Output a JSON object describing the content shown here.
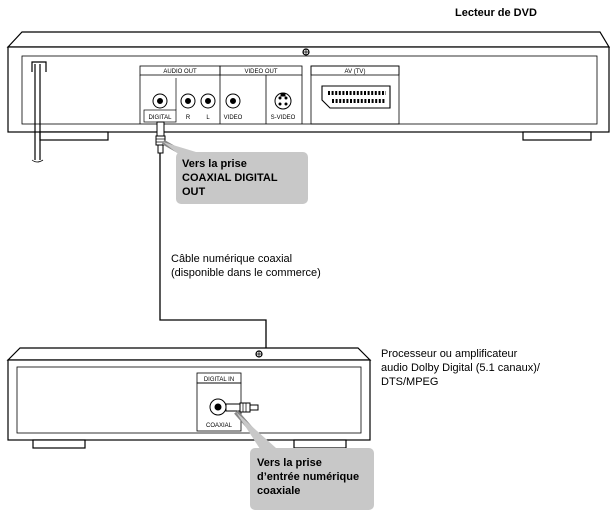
{
  "dvd_player": {
    "title": "Lecteur de DVD",
    "audio_out_label": "AUDIO OUT",
    "video_out_label": "VIDEO OUT",
    "av_tv_label": "AV (TV)",
    "digital_label": "DIGITAL",
    "r_label": "R",
    "l_label": "L",
    "video_label": "VIDEO",
    "svideo_label": "S-VIDEO"
  },
  "callout_top": {
    "line1": "Vers la prise",
    "line2": "COAXIAL DIGITAL",
    "line3": "OUT"
  },
  "cable": {
    "line1": "Câble numérique coaxial",
    "line2": "(disponible dans le commerce)"
  },
  "processor": {
    "line1": "Processeur ou amplificateur",
    "line2": "audio Dolby Digital (5.1 canaux)/",
    "line3": "DTS/MPEG",
    "digital_in_label": "DIGITAL IN",
    "coaxial_label": "COAXIAL"
  },
  "callout_bottom": {
    "line1": "Vers la prise",
    "line2": "d’entrée numérique",
    "line3": "coaxiale"
  },
  "colors": {
    "callout_fill": "#c8c8c8",
    "line": "#000000"
  }
}
